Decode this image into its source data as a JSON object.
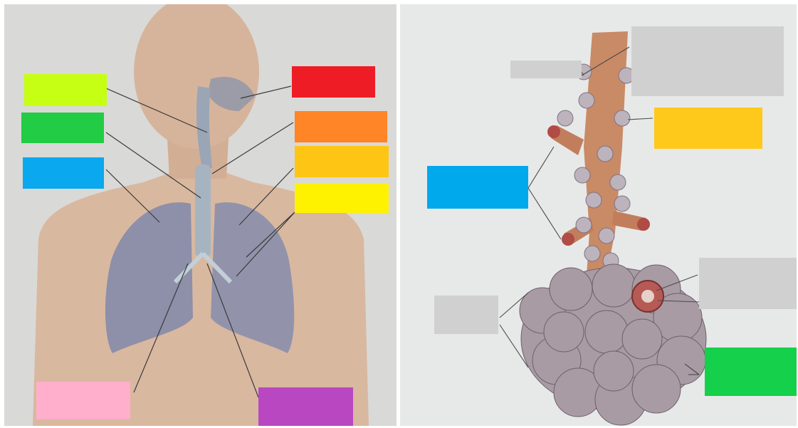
{
  "left_panel": {
    "label_boxes": [
      {
        "id": "nasal-cavity-label",
        "color": "#c6ff14"
      },
      {
        "id": "pharynx-label",
        "color": "#22cc44"
      },
      {
        "id": "left-lung-label",
        "color": "#0aa8ee"
      },
      {
        "id": "nose-label",
        "color": "#ee1c25"
      },
      {
        "id": "larynx-label",
        "color": "#ff8526"
      },
      {
        "id": "trachea-label",
        "color": "#ffc514"
      },
      {
        "id": "bronchi-label",
        "color": "#fff200"
      },
      {
        "id": "bronchus-label",
        "color": "#ffaecb"
      },
      {
        "id": "diaphragm-label",
        "color": "#b947c2"
      }
    ]
  },
  "right_panel": {
    "label_boxes": [
      {
        "id": "terminal-bronchiole-label",
        "color": "#d0d0d0"
      },
      {
        "id": "smooth-muscle-label",
        "color": "#d0d0d0"
      },
      {
        "id": "alveolus-label",
        "color": "#ffc91c"
      },
      {
        "id": "respiratory-bronchiole-label",
        "color": "#00a8ec"
      },
      {
        "id": "alveolar-duct-label",
        "color": "#d0d0d0"
      },
      {
        "id": "alveolar-sac-label",
        "color": "#d0d0d0"
      },
      {
        "id": "capillary-label",
        "color": "#14d04a"
      }
    ]
  }
}
